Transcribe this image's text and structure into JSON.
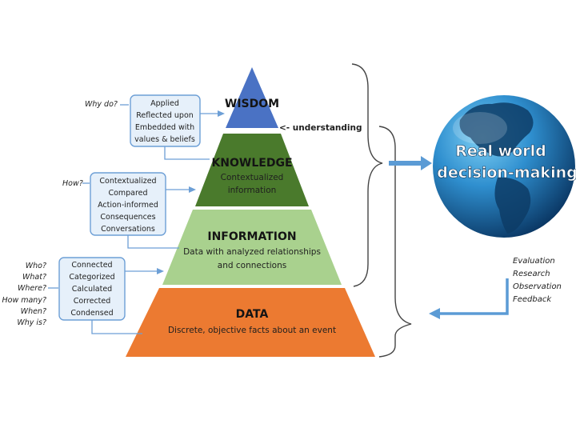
{
  "colors": {
    "wisdom": "#4a72c4",
    "knowledge": "#4a7a2c",
    "information": "#a9d18e",
    "data": "#ec7a31",
    "box_fill": "#e6f0fa",
    "box_stroke": "#6d9fd6",
    "flow_arrow": "#5b9bd5",
    "globe_dark": "#0b3f70",
    "globe_light": "#4fb0e6"
  },
  "pyramid": {
    "wisdom": {
      "title": "WISDOM"
    },
    "knowledge": {
      "title": "KNOWLEDGE",
      "lines": [
        "Contextualized",
        "information"
      ]
    },
    "information": {
      "title": "INFORMATION",
      "lines": [
        "Data with analyzed relationships",
        "and connections"
      ]
    },
    "data": {
      "title": "DATA",
      "lines": [
        "Discrete, objective facts about an event"
      ]
    }
  },
  "understanding_label": "<- understanding",
  "side_boxes": {
    "wisdom": {
      "question": "Why do?",
      "lines": [
        "Applied",
        "Reflected upon",
        "Embedded with",
        "values & beliefs"
      ]
    },
    "knowledge": {
      "question": "How?",
      "lines": [
        "Contextualized",
        "Compared",
        "Action-informed",
        "Consequences",
        "Conversations"
      ]
    },
    "information": {
      "questions": [
        "Who?",
        "What?",
        "Where?",
        "How many?",
        "When?",
        "Why is?"
      ],
      "lines": [
        "Connected",
        "Categorized",
        "Calculated",
        "Corrected",
        "Condensed"
      ]
    }
  },
  "globe": {
    "lines": [
      "Real world",
      "decision-making"
    ]
  },
  "feedback": {
    "lines": [
      "Evaluation",
      "Research",
      "Observation",
      "Feedback"
    ]
  },
  "icons": {
    "globe": "globe-icon",
    "brace": "curly-brace-icon",
    "arrow": "arrow-icon"
  }
}
